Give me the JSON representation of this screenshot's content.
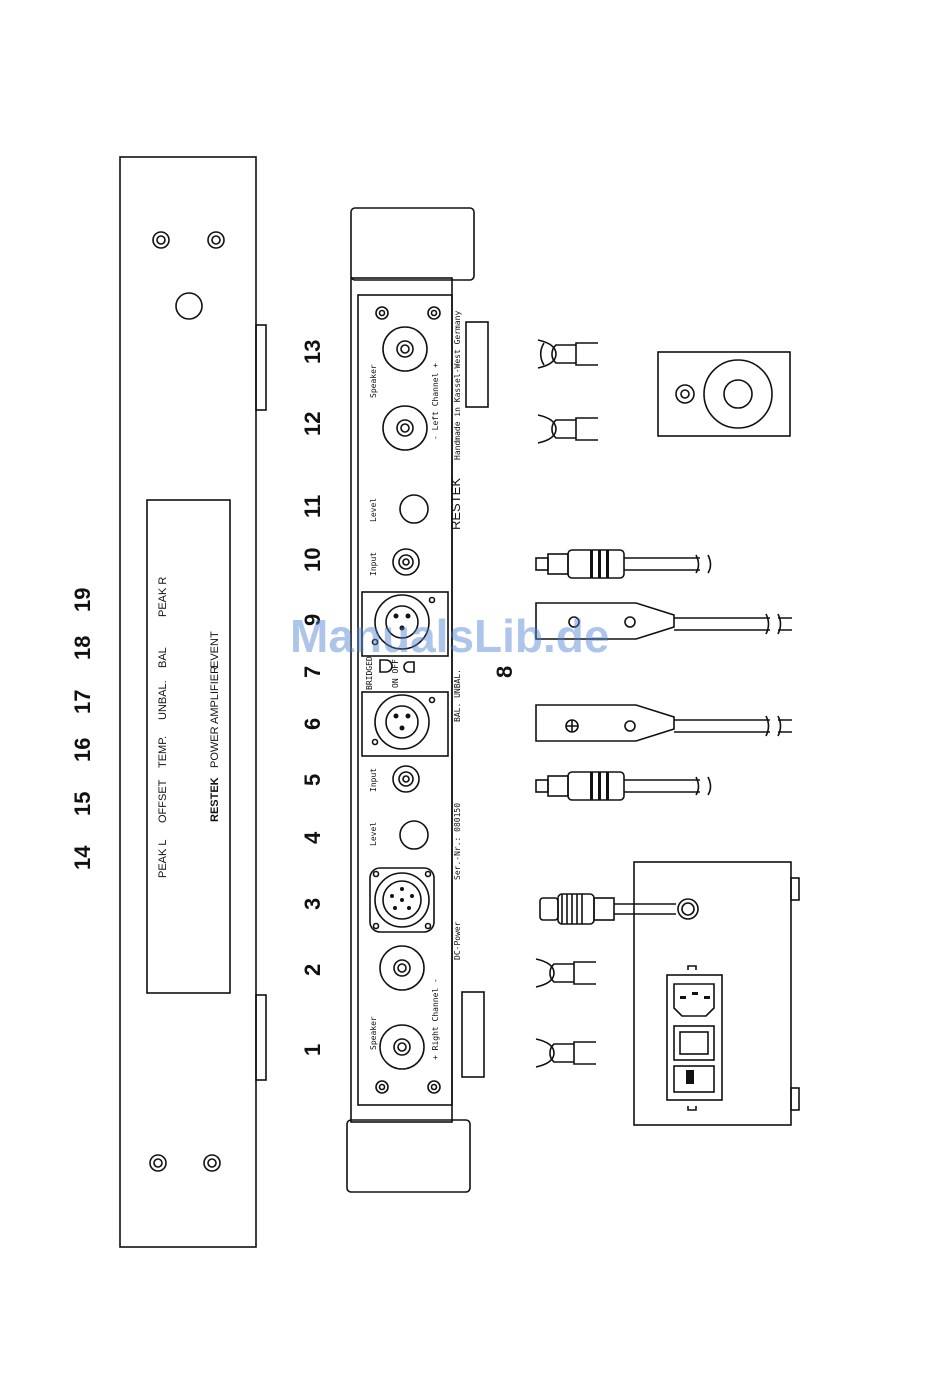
{
  "numbers": {
    "n1": "1",
    "n2": "2",
    "n3": "3",
    "n4": "4",
    "n5": "5",
    "n6": "6",
    "n7": "7",
    "n8": "8",
    "n9": "9",
    "n10": "10",
    "n11": "11",
    "n12": "12",
    "n13": "13",
    "n14": "14",
    "n15": "15",
    "n16": "16",
    "n17": "17",
    "n18": "18",
    "n19": "19"
  },
  "front_panel": {
    "peak_l": "PEAK L",
    "offset": "OFFSET",
    "temp": "TEMP.",
    "unbal": "UNBAL.",
    "bal": "BAL",
    "peak_r": "PEAK R",
    "brand": "RESTEK",
    "power_amplifier": "POWER AMPLIFIER",
    "event": "EVENT"
  },
  "rear_panel": {
    "speaker_right": "Speaker",
    "right_channel": "+ Right Channel -",
    "dc_power": "DC-Power",
    "level_left": "Level",
    "serial": "Ser.-Nr.: 080150",
    "input_left": "Input",
    "bridged": "BRIDGED",
    "on_off": "ON  OFF",
    "bal_unbal": "BAL. UNBAL.",
    "input_right": "Input",
    "level_right": "Level",
    "brand": "RESTEK",
    "speaker_left": "Speaker",
    "left_channel": "- Left Channel +",
    "handmade": "Handmade in Kassel-West Germany"
  },
  "watermark": "ManualsLib.de"
}
